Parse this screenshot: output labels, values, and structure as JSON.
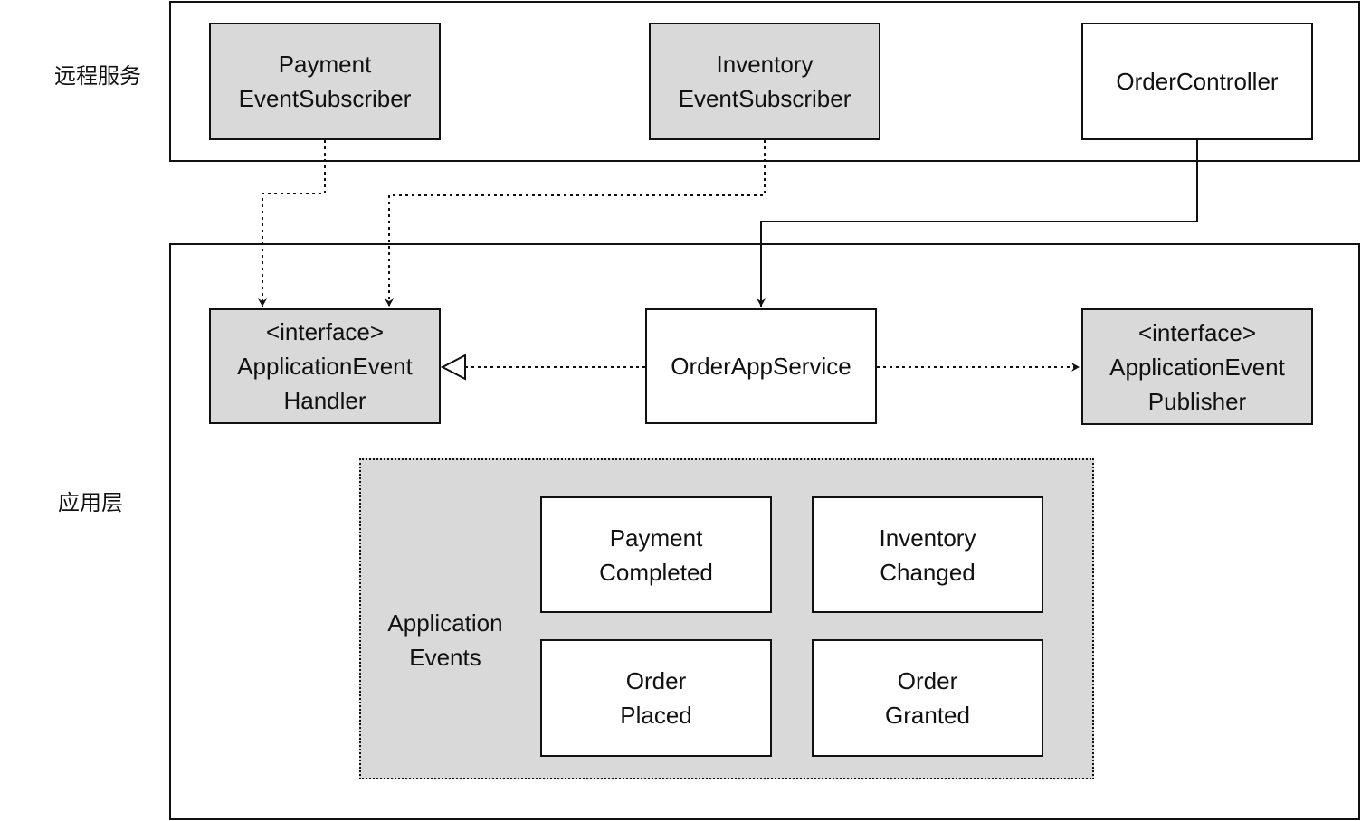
{
  "layers": {
    "remote": {
      "label": "远程服务"
    },
    "application": {
      "label": "应用层"
    }
  },
  "nodes": {
    "payment_subscriber": {
      "lines": [
        "Payment",
        "EventSubscriber"
      ]
    },
    "inventory_subscriber": {
      "lines": [
        "Inventory",
        "EventSubscriber"
      ]
    },
    "order_controller": {
      "lines": [
        "OrderController"
      ]
    },
    "event_handler": {
      "lines": [
        "<interface>",
        "ApplicationEvent",
        "Handler"
      ]
    },
    "order_app_service": {
      "lines": [
        "OrderAppService"
      ]
    },
    "event_publisher": {
      "lines": [
        "<interface>",
        "ApplicationEvent",
        "Publisher"
      ]
    }
  },
  "events_group": {
    "label_lines": [
      "Application",
      "Events"
    ],
    "events": [
      {
        "lines": [
          "Payment",
          "Completed"
        ]
      },
      {
        "lines": [
          "Inventory",
          "Changed"
        ]
      },
      {
        "lines": [
          "Order",
          "Placed"
        ]
      },
      {
        "lines": [
          "Order",
          "Granted"
        ]
      }
    ]
  },
  "colors": {
    "interface_fill": "#d9d9d9",
    "class_fill": "#ffffff",
    "stroke": "#111111"
  }
}
